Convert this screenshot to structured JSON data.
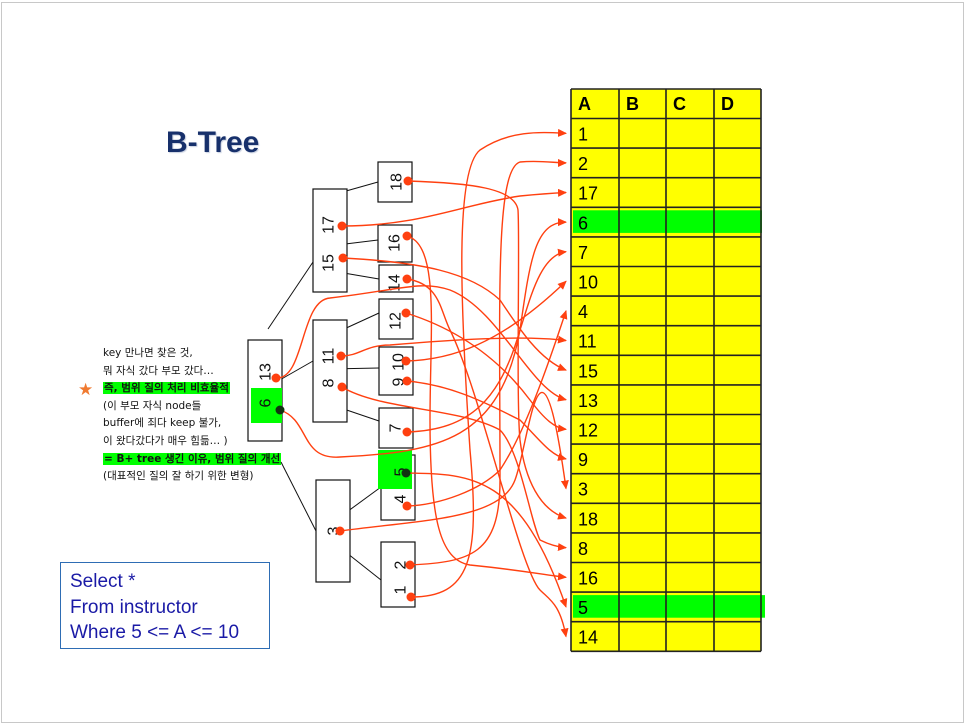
{
  "title": "B-Tree",
  "notes": {
    "lines": [
      {
        "text": "key 만나면 찾은 것,",
        "highlight": false
      },
      {
        "text": "뭐 자식 갔다 부모 갔다…",
        "highlight": false
      },
      {
        "text": "즉, 범위 질의 처리 비효율적",
        "highlight": true
      },
      {
        "text": "(이 부모 자식 node들",
        "highlight": false
      },
      {
        "text": "buffer에 죄다 keep 불가,",
        "highlight": false
      },
      {
        "text": "이 왔다갔다가 매우 힘듦… )",
        "highlight": false
      },
      {
        "text": "= B+ tree 생긴 이유, 범위 질의 개선",
        "highlight": true
      },
      {
        "text": "(대표적인 질의 잘 하기 위한 변형)",
        "highlight": false
      }
    ],
    "star_icon": "★"
  },
  "sql": {
    "lines": [
      "Select *",
      "From instructor",
      "Where 5 <= A <= 10"
    ]
  },
  "tree": {
    "root": {
      "keys": [
        "13",
        "6"
      ],
      "highlighted_key": "6"
    },
    "internal": [
      {
        "id": "n1517",
        "keys": [
          "17",
          "15"
        ]
      },
      {
        "id": "n811",
        "keys": [
          "11",
          "8"
        ]
      },
      {
        "id": "n3",
        "keys": [
          "3"
        ]
      }
    ],
    "leaves": [
      {
        "id": "l18",
        "keys": [
          "18"
        ]
      },
      {
        "id": "l16",
        "keys": [
          "16"
        ]
      },
      {
        "id": "l14",
        "keys": [
          "14"
        ]
      },
      {
        "id": "l12",
        "keys": [
          "12"
        ]
      },
      {
        "id": "l910",
        "keys": [
          "10",
          "9"
        ]
      },
      {
        "id": "l7",
        "keys": [
          "7"
        ]
      },
      {
        "id": "l45",
        "keys": [
          "5",
          "4"
        ],
        "highlighted_key": "5"
      },
      {
        "id": "l12b",
        "keys": [
          "2",
          "1"
        ]
      }
    ]
  },
  "table": {
    "headers": [
      "A",
      "B",
      "C",
      "D"
    ],
    "rows": [
      "1",
      "2",
      "17",
      "6",
      "7",
      "10",
      "4",
      "11",
      "15",
      "13",
      "12",
      "9",
      "3",
      "18",
      "8",
      "16",
      "5",
      "14"
    ],
    "highlighted_rows": [
      "6",
      "5"
    ]
  },
  "colors": {
    "table_fill": "#ffff00",
    "highlight": "#00ff00",
    "pointer": "#ff4010",
    "title": "#17306b",
    "sql_text": "#1a1aa6",
    "sql_border": "#2e6db4"
  }
}
